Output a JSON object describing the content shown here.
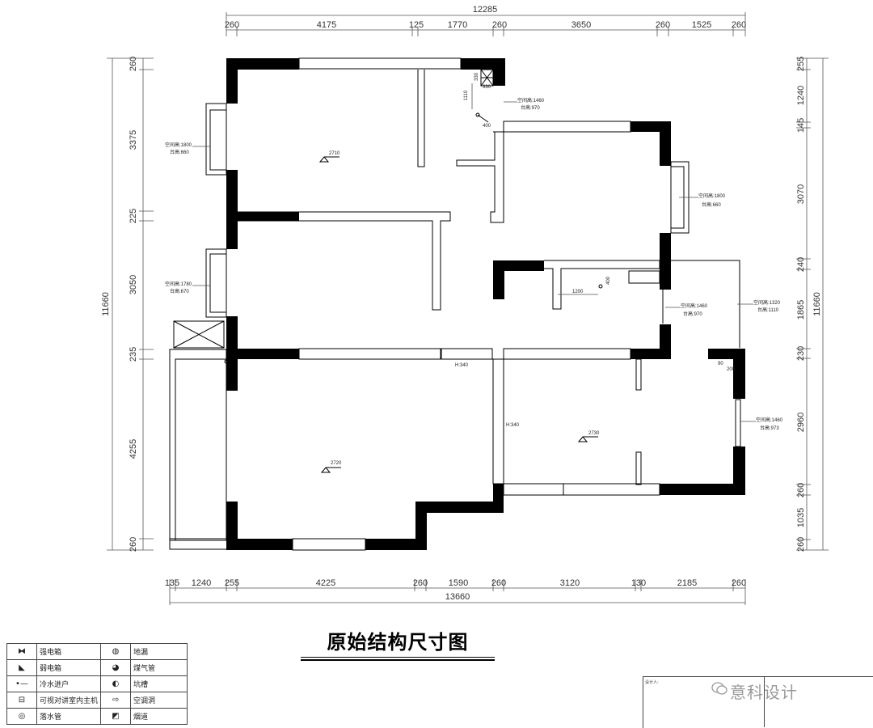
{
  "drawing": {
    "title": "原始结构尺寸图",
    "top_total": "12285",
    "top_dims": [
      "260",
      "4175",
      "125",
      "1770",
      "260",
      "3650",
      "260",
      "1525",
      "260"
    ],
    "bottom_total": "13660",
    "bottom_dims": [
      "135",
      "1240",
      "255",
      "4225",
      "260",
      "1590",
      "260",
      "3120",
      "130",
      "2185",
      "260"
    ],
    "left_total": "11660",
    "left_dims": [
      "260",
      "3375",
      "225",
      "3050",
      "235",
      "4255",
      "260"
    ],
    "right_total": "11660",
    "right_dims": [
      "255",
      "1240",
      "145",
      "3070",
      "240",
      "1865",
      "230",
      "2960",
      "260",
      "1035",
      "260"
    ],
    "room_heights": {
      "r1": "2710",
      "r2": "2720",
      "r3": "2730"
    },
    "h_marks": {
      "h1": "H:340",
      "h2": "H:340"
    },
    "windows": {
      "w1": {
        "space": "空间高:1800",
        "sill": "台高:660"
      },
      "w2": {
        "space": "空间高:1780",
        "sill": "台高:670"
      },
      "w3": {
        "space": "空间高:1800",
        "sill": "台高:660"
      },
      "w4": {
        "space": "空间高:1460",
        "sill": "台高:970"
      },
      "w5": {
        "space": "空间高:1460",
        "sill": "台高:970"
      },
      "w6": {
        "space": "空间高:1320",
        "sill": "台高:1110"
      },
      "w7": {
        "space": "空间高:1460",
        "sill": "台高:973"
      }
    },
    "small_dims": {
      "d1": "1110",
      "d2": "330",
      "d3": "330",
      "d4": "400",
      "d5": "1200",
      "d6": "400",
      "d7": "90",
      "d8": "200"
    }
  },
  "legend": {
    "rows": [
      {
        "icon": "strong-box-icon",
        "label": "强电箱",
        "icon2": "drain-icon",
        "label2": "地漏"
      },
      {
        "icon": "weak-box-icon",
        "label": "弱电箱",
        "icon2": "gas-pipe-icon",
        "label2": "煤气管"
      },
      {
        "icon": "water-icon",
        "label": "冷水进户",
        "icon2": "pit-icon",
        "label2": "坑槽"
      },
      {
        "icon": "intercom-icon",
        "label": "可视对讲室内主机",
        "icon2": "ac-hole-icon",
        "label2": "空调洞"
      },
      {
        "icon": "downpipe-icon",
        "label": "落水管",
        "icon2": "flue-icon",
        "label2": "烟道"
      }
    ]
  },
  "title_block": {
    "label": "设计人:",
    "watermark": "意科设计"
  }
}
